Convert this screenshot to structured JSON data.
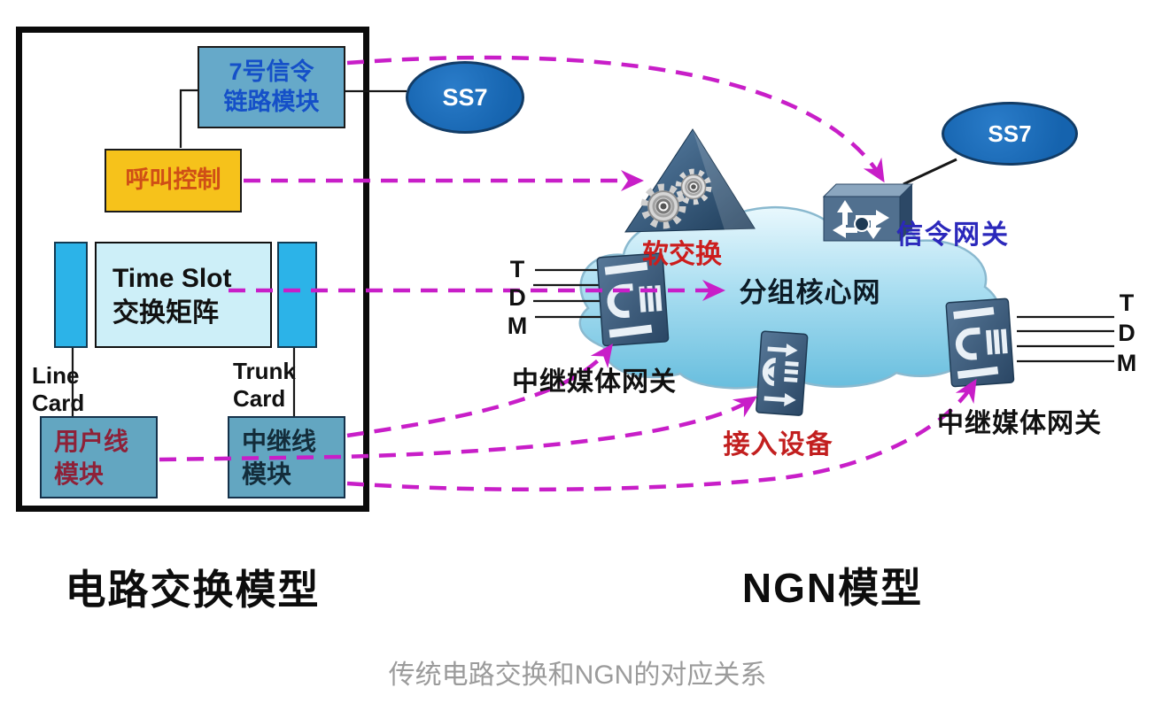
{
  "caption": "传统电路交换和NGN的对应关系",
  "circuit_model": {
    "title": "电路交换模型",
    "ss7": "SS7",
    "signaling_module": [
      "7号信令",
      "链路模块"
    ],
    "call_control": "呼叫控制",
    "time_slot": [
      "Time Slot",
      "交换矩阵"
    ],
    "line_card": [
      "Line",
      "Card"
    ],
    "trunk_card": [
      "Trunk",
      "Card"
    ],
    "subscriber_module": [
      "用户线",
      "模块"
    ],
    "trunk_module": [
      "中继线",
      "模块"
    ]
  },
  "ngn_model": {
    "title": "NGN模型",
    "ss7": "SS7",
    "softswitch": "软交换",
    "packet_core": "分组核心网",
    "signaling_gateway": "信令网关",
    "access_device": "接入设备",
    "trunk_media_gateway_left": "中继媒体网关",
    "trunk_media_gateway_right": "中继媒体网关",
    "tdm_left": [
      "T",
      "D",
      "M"
    ],
    "tdm_right": [
      "T",
      "D",
      "M"
    ]
  },
  "icons": {
    "softswitch": "pyramid-with-gears-icon",
    "packet_core": "cloud-icon",
    "signaling_gateway": "router-cross-arrows-icon",
    "trunk_media_gateway": "media-gateway-panel-icon",
    "access_device": "access-panel-phone-icon"
  },
  "colors": {
    "arrow_magenta": "#c81ec8",
    "frame_black": "#0b0b0b",
    "signaling_module_bg": "#66a9c9",
    "signaling_module_text": "#1550c8",
    "call_control_bg": "#f6c21b",
    "call_control_text": "#cf4f16",
    "ss7_bg": "#1563ae",
    "time_slot_bg": "#cdeff8",
    "time_slot_bar_bg": "#2cb3e8",
    "module_box_bg": "#63a6c1",
    "subscriber_text": "#8e2138",
    "softswitch_text": "#cc1d1d",
    "access_text": "#c21f1f",
    "signaling_gateway_text": "#2b28bb",
    "cloud_fill_top": "#e8f7fc",
    "cloud_fill_bottom": "#68bede",
    "caption_text": "#9b9b9b"
  },
  "connections": [
    {
      "from": "7号信令链路模块",
      "to": "信令网关",
      "style": "magenta-dashed-arrow"
    },
    {
      "from": "呼叫控制",
      "to": "软交换",
      "style": "magenta-dashed-arrow"
    },
    {
      "from": "Time Slot 交换矩阵",
      "to": "分组核心网",
      "style": "magenta-dashed-arrow"
    },
    {
      "from": "用户线模块",
      "to": "接入设备",
      "style": "magenta-dashed-arrow"
    },
    {
      "from": "中继线模块",
      "to": "中继媒体网关(左)",
      "style": "magenta-dashed-arrow"
    },
    {
      "from": "中继线模块",
      "to": "中继媒体网关(右)",
      "style": "magenta-dashed-arrow"
    },
    {
      "from": "7号信令链路模块",
      "to": "SS7(左)",
      "style": "black-line"
    },
    {
      "from": "呼叫控制",
      "to": "7号信令链路模块",
      "style": "black-line"
    },
    {
      "from": "信令网关",
      "to": "SS7(右)",
      "style": "black-line"
    },
    {
      "from": "中继媒体网关(左)",
      "to": "TDM(左)",
      "style": "black-lines"
    },
    {
      "from": "中继媒体网关(右)",
      "to": "TDM(右)",
      "style": "black-lines"
    }
  ]
}
